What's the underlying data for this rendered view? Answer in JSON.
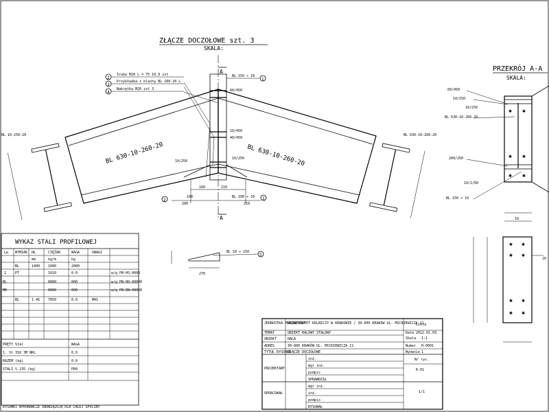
{
  "main_view": {
    "title": "ZŁĄCZE DOCZOŁOWE szt. 3",
    "scale": "SKALA:",
    "section_mark": "A",
    "beam_left": "BL 630-10-260-20",
    "beam_right": "BL 630-10-260-20",
    "callouts": [
      {
        "n": "2",
        "text": "Śruba M20 L = 75 10.9 szt"
      },
      {
        "n": "3",
        "text": "Przykładka z blachy BL 100·20 L"
      },
      {
        "n": "4",
        "text": "Nakrętka M20 szt 3"
      }
    ],
    "top_label": "BL 150 × 10",
    "top_callout": "1",
    "dims": [
      "60/450",
      "10/450",
      "40/450",
      "10/250",
      "10/250",
      "160",
      "210",
      "100",
      "200",
      "210"
    ],
    "bottom_label": "BL 100 × 10",
    "bottom_callout_left": "2",
    "bottom_callout_right": "3",
    "end_left": "BL 10-250-20",
    "end_right": "BL 630-10-260-20",
    "detail_label": "BL 10 × 150",
    "detail_callout": "5",
    "detail_dim": "270"
  },
  "section_view": {
    "title": "PRZEKRÓJ A-A",
    "scale": "SKALA:",
    "labels": [
      "60/450",
      "10/250",
      "10/250",
      "BL 630-10-260-20",
      "200/250",
      "10/1/60",
      "BL 150 × 10",
      "10"
    ],
    "callout": "20"
  },
  "profile_table": {
    "title": "WYKAZ STALI PROFILOWEJ",
    "columns": [
      "Lp",
      "WYMIAR",
      "DŁ",
      "CIĘŻAR",
      "WAGA",
      "UWAGI"
    ],
    "rows": [
      [
        "",
        "",
        "mm",
        "kg/m",
        "kg",
        ""
      ],
      [
        "",
        "BL",
        "1400",
        "1000",
        "2000",
        ""
      ],
      [
        "1",
        "PT",
        "",
        "1010",
        "0.0",
        "w/g PN-HS-0000"
      ],
      [
        "BL",
        "",
        "",
        "0000",
        "000",
        "w/g PN-H0-00000"
      ],
      [
        "MR",
        "",
        "",
        "0000",
        "000",
        "w/g PN-EN-00000"
      ],
      [
        "",
        "BL",
        "1.46",
        "7850",
        "0.0",
        "MAS"
      ]
    ],
    "summary": [
      [
        "PRĘTY Stal",
        "",
        "WAGA"
      ],
      [
        "1. St 3SX 3M NKL",
        "",
        "0.0"
      ],
      [
        "RAZEM (kg)",
        "",
        "0.0"
      ],
      [
        "STALI S 235 (kg)",
        "",
        "PR0"
      ],
      [
        "",
        "",
        ""
      ]
    ],
    "footnote": "RYSUNKI WYKONAWCZE OBOWIĄZUJĄ DLA CAŁEJ SPOCINY"
  },
  "title_block": {
    "rows": [
      {
        "k": "JEDNOSTKA PROJEKTOWA",
        "v": "UNIWERSYTET ROLNICZY W KRAKOWIE / 30-000 KRAKÓW UL. MICKIEWICZA 21"
      },
      {
        "k": "TEMAT",
        "v": "OBIEKT HALOWY STALOWY"
      },
      {
        "k": "OBIEKT",
        "v": "HALA"
      },
      {
        "k": "ADRES",
        "v": "30-000 KRAKÓW UL. MICKIEWICZA 21"
      },
      {
        "k": "TYTUŁ RYSUNKU",
        "v": "ZŁĄCZE DOCZOŁOWE"
      }
    ],
    "right": [
      {
        "k": "Lista",
        "v": ""
      },
      {
        "k": "Data",
        "v": "2012.02.03"
      },
      {
        "k": "Skala",
        "v": "1:1"
      },
      {
        "k": "Numer",
        "v": "H-0001"
      },
      {
        "k": "Wydanie",
        "v": "1"
      },
      {
        "k": "Nr rys.",
        "v": "K-01"
      }
    ],
    "people": [
      {
        "role": "PROJEKTANT",
        "lines": [
          "inż.",
          "mgr inż.",
          "podpis",
          "SPRAWDZIŁ"
        ]
      },
      {
        "role": "OPRACOWAŁ",
        "lines": [
          "mgr inż.",
          "inż.",
          "podpis",
          "RYSOWAŁ"
        ]
      }
    ],
    "sheet": "1/1"
  }
}
